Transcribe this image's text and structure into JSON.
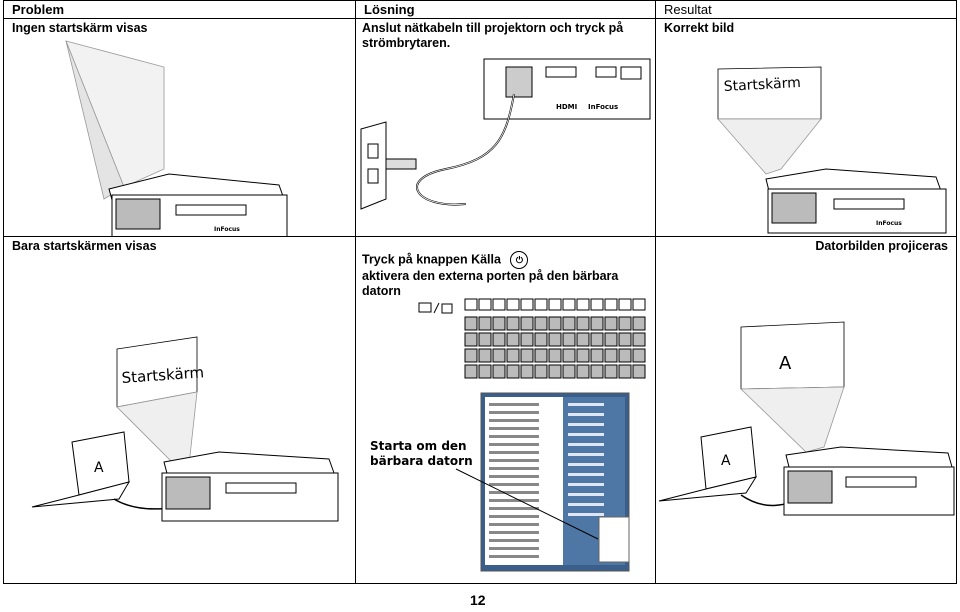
{
  "headers": {
    "problem": "Problem",
    "solution": "Lösning",
    "result": "Resultat"
  },
  "rows": [
    {
      "problem": "Ingen startskärm visas",
      "solution": "Anslut nätkabeln till projektorn och tryck på strömbrytaren.",
      "result": "Korrekt bild",
      "screen_text": "Startskärm",
      "brand": "InFocus",
      "hdmi": "HDMI"
    },
    {
      "problem": "Bara startskärmen visas",
      "solution": "Tryck på knappen Källa aktivera den externa porten på den bärbara datorn",
      "solution_line1": "Tryck på knappen Källa",
      "solution_line2": "aktivera den externa porten på den bärbara",
      "solution_line3": "datorn",
      "result": "Datorbilden projiceras",
      "screen_text": "Startskärm",
      "laptop_letter": "A",
      "result_screen_letter": "A",
      "callout": "Starta om den bärbara datorn",
      "callout_line1": "Starta om den",
      "callout_line2": "bärbara datorn"
    }
  ],
  "page_number": "12"
}
